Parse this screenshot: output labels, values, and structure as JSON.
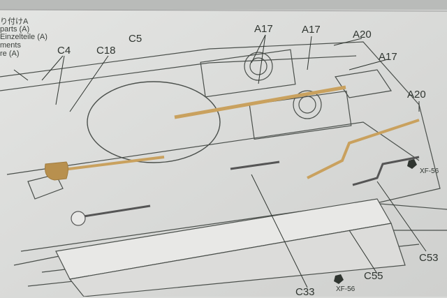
{
  "legend": {
    "line1": "り付けA",
    "line2": "parts (A)",
    "line3": "Einzelteile (A)",
    "line4": "ments",
    "line5": "re (A)"
  },
  "part_labels": {
    "c4": "C4",
    "c18": "C18",
    "c5": "C5",
    "a17_1": "A17",
    "a17_2": "A17",
    "a20_1": "A20",
    "a17_3": "A17",
    "a20_2": "A20",
    "c53": "C53",
    "c55": "C55",
    "c33": "C33"
  },
  "paint_labels": {
    "xf56_1": "XF-56",
    "xf56_2": "XF-56"
  },
  "colors": {
    "paper": "#d9dad8",
    "ink": "#2f3530",
    "tan_part": "#c9a15e"
  }
}
